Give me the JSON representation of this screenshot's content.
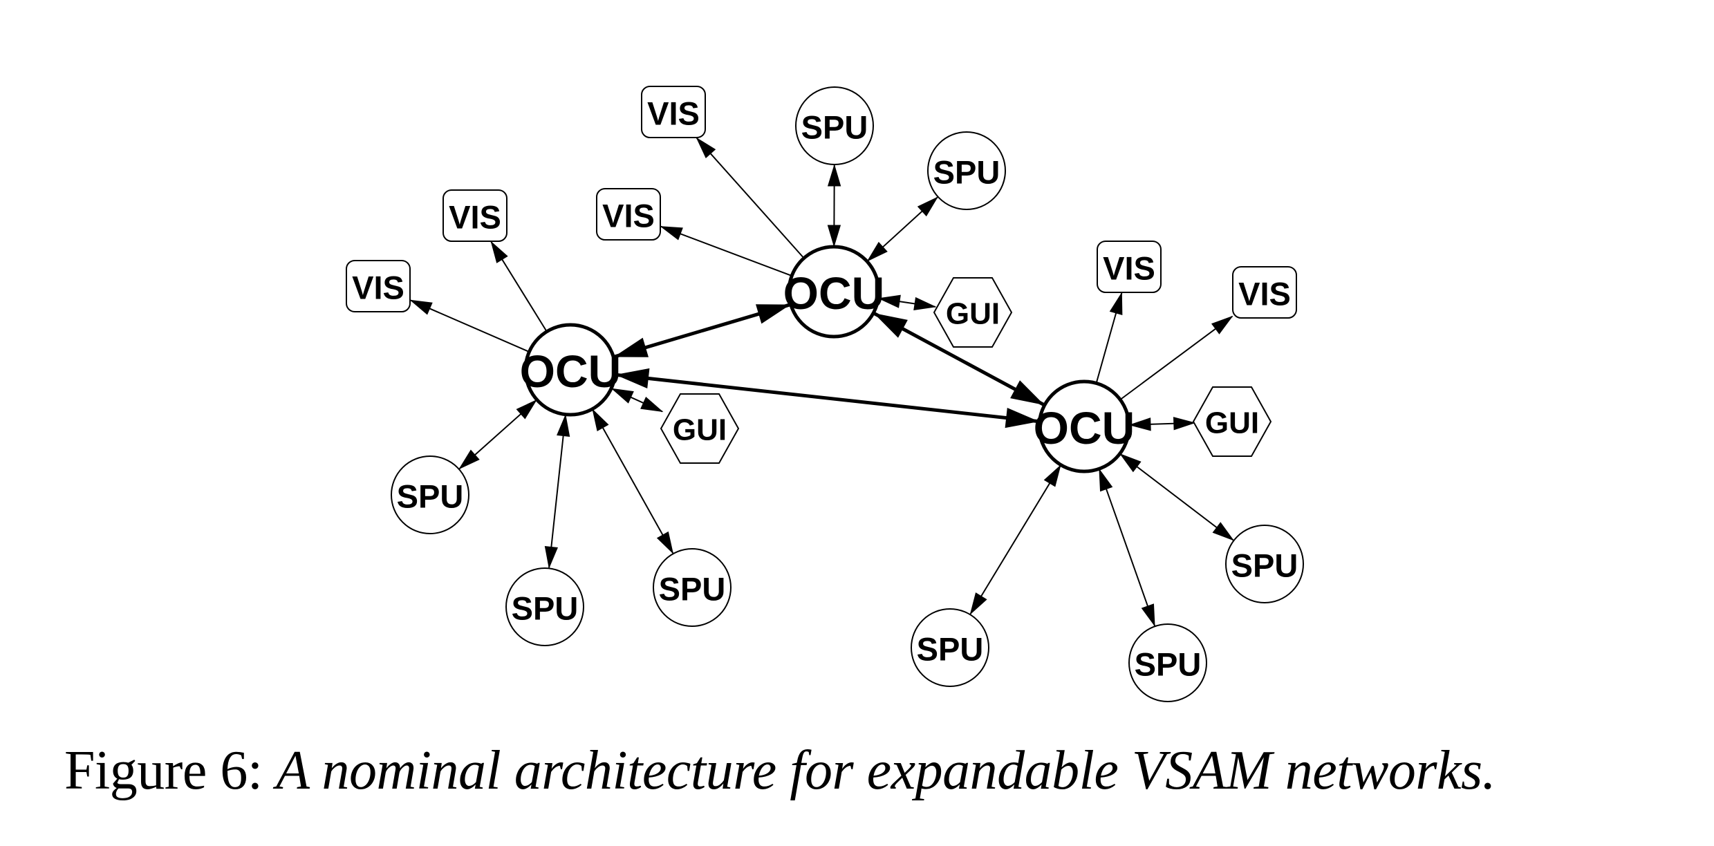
{
  "figure": {
    "caption_prefix": "Figure 6:",
    "caption_text": "A nominal architecture for expandable VSAM networks."
  },
  "colors": {
    "stroke": "#000000",
    "fill": "#ffffff"
  },
  "nodes": [
    {
      "id": "ocu-left",
      "type": "OCU",
      "label": "OCU",
      "shape": "circle"
    },
    {
      "id": "ocu-top",
      "type": "OCU",
      "label": "OCU",
      "shape": "circle"
    },
    {
      "id": "ocu-right",
      "type": "OCU",
      "label": "OCU",
      "shape": "circle"
    },
    {
      "id": "vis-l1",
      "type": "VIS",
      "label": "VIS",
      "shape": "rounded-rect"
    },
    {
      "id": "vis-l2",
      "type": "VIS",
      "label": "VIS",
      "shape": "rounded-rect"
    },
    {
      "id": "gui-l",
      "type": "GUI",
      "label": "GUI",
      "shape": "hexagon"
    },
    {
      "id": "spu-l1",
      "type": "SPU",
      "label": "SPU",
      "shape": "circle"
    },
    {
      "id": "spu-l2",
      "type": "SPU",
      "label": "SPU",
      "shape": "circle"
    },
    {
      "id": "spu-l3",
      "type": "SPU",
      "label": "SPU",
      "shape": "circle"
    },
    {
      "id": "vis-t1",
      "type": "VIS",
      "label": "VIS",
      "shape": "rounded-rect"
    },
    {
      "id": "vis-t2",
      "type": "VIS",
      "label": "VIS",
      "shape": "rounded-rect"
    },
    {
      "id": "spu-t1",
      "type": "SPU",
      "label": "SPU",
      "shape": "circle"
    },
    {
      "id": "spu-t2",
      "type": "SPU",
      "label": "SPU",
      "shape": "circle"
    },
    {
      "id": "gui-t",
      "type": "GUI",
      "label": "GUI",
      "shape": "hexagon"
    },
    {
      "id": "vis-r1",
      "type": "VIS",
      "label": "VIS",
      "shape": "rounded-rect"
    },
    {
      "id": "vis-r2",
      "type": "VIS",
      "label": "VIS",
      "shape": "rounded-rect"
    },
    {
      "id": "gui-r",
      "type": "GUI",
      "label": "GUI",
      "shape": "hexagon"
    },
    {
      "id": "spu-r1",
      "type": "SPU",
      "label": "SPU",
      "shape": "circle"
    },
    {
      "id": "spu-r2",
      "type": "SPU",
      "label": "SPU",
      "shape": "circle"
    },
    {
      "id": "spu-r3",
      "type": "SPU",
      "label": "SPU",
      "shape": "circle"
    }
  ],
  "edges": [
    {
      "from": "ocu-left",
      "to": "ocu-top",
      "direction": "both",
      "weight": "heavy"
    },
    {
      "from": "ocu-left",
      "to": "ocu-right",
      "direction": "both",
      "weight": "heavy"
    },
    {
      "from": "ocu-top",
      "to": "ocu-right",
      "direction": "both",
      "weight": "heavy"
    },
    {
      "from": "ocu-left",
      "to": "vis-l1",
      "direction": "forward",
      "weight": "light"
    },
    {
      "from": "ocu-left",
      "to": "vis-l2",
      "direction": "forward",
      "weight": "light"
    },
    {
      "from": "ocu-left",
      "to": "gui-l",
      "direction": "both",
      "weight": "light"
    },
    {
      "from": "ocu-left",
      "to": "spu-l1",
      "direction": "both",
      "weight": "light"
    },
    {
      "from": "ocu-left",
      "to": "spu-l2",
      "direction": "both",
      "weight": "light"
    },
    {
      "from": "ocu-left",
      "to": "spu-l3",
      "direction": "both",
      "weight": "light"
    },
    {
      "from": "ocu-top",
      "to": "vis-t1",
      "direction": "forward",
      "weight": "light"
    },
    {
      "from": "ocu-top",
      "to": "vis-t2",
      "direction": "forward",
      "weight": "light"
    },
    {
      "from": "ocu-top",
      "to": "spu-t1",
      "direction": "both",
      "weight": "light"
    },
    {
      "from": "ocu-top",
      "to": "spu-t2",
      "direction": "both",
      "weight": "light"
    },
    {
      "from": "ocu-top",
      "to": "gui-t",
      "direction": "both",
      "weight": "light"
    },
    {
      "from": "ocu-right",
      "to": "vis-r1",
      "direction": "forward",
      "weight": "light"
    },
    {
      "from": "ocu-right",
      "to": "vis-r2",
      "direction": "forward",
      "weight": "light"
    },
    {
      "from": "ocu-right",
      "to": "gui-r",
      "direction": "both",
      "weight": "light"
    },
    {
      "from": "ocu-right",
      "to": "spu-r1",
      "direction": "both",
      "weight": "light"
    },
    {
      "from": "ocu-right",
      "to": "spu-r2",
      "direction": "both",
      "weight": "light"
    },
    {
      "from": "ocu-right",
      "to": "spu-r3",
      "direction": "both",
      "weight": "light"
    }
  ]
}
